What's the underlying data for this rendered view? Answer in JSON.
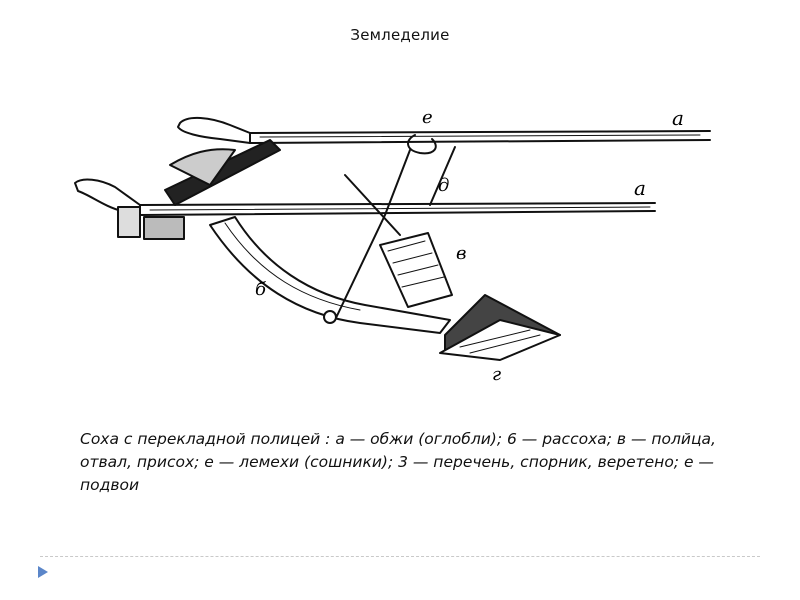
{
  "slide": {
    "title": "Земледелие",
    "caption": "Соха с перекладной полицей : а — обжи (оглобли); 6 — рассоха; в — полйца, отвал, присох; е — лемехи (сошники); 3 — перечень, спорник, веретено; е — подвои"
  },
  "illustration": {
    "labels": {
      "a1": "а",
      "a2": "а",
      "e": "е",
      "d": "д",
      "v": "в",
      "b": "б",
      "g": "г"
    }
  },
  "colors": {
    "ink": "#111111",
    "accent": "#5b86c9"
  },
  "icons": {
    "nav": "triangle-right-icon"
  }
}
